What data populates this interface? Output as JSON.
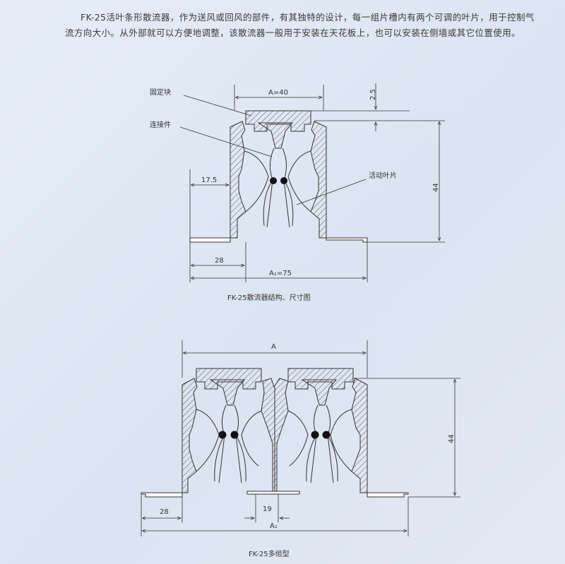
{
  "intro_text": "FK-25活叶条形散流器，作为送风或回风的部件，有其独特的设计，每一组片槽内有两个可调的叶片，用于控制气流方向大小。从外部就可以方便地调整，该散流器一般用于安装在天花板上，也可以安装在侧墙或其它位置使用。",
  "figure1": {
    "caption": "FK-25散流器结构、尺寸图",
    "label_block": "固定块",
    "label_connector": "连接件",
    "label_blade": "活动叶片",
    "dim_A": "A=40",
    "dim_top": "2.5",
    "dim_height": "44",
    "dim_side": "17.5",
    "dim_flange": "28",
    "dim_A1": "A₁=75"
  },
  "figure2": {
    "caption": "FK-25多组型",
    "dim_A": "A",
    "dim_height": "44",
    "dim_flange": "28",
    "dim_gap": "19",
    "dim_A1": "A₁"
  },
  "colors": {
    "line": "#333333",
    "hatch": "#555555",
    "dot": "#111111"
  }
}
